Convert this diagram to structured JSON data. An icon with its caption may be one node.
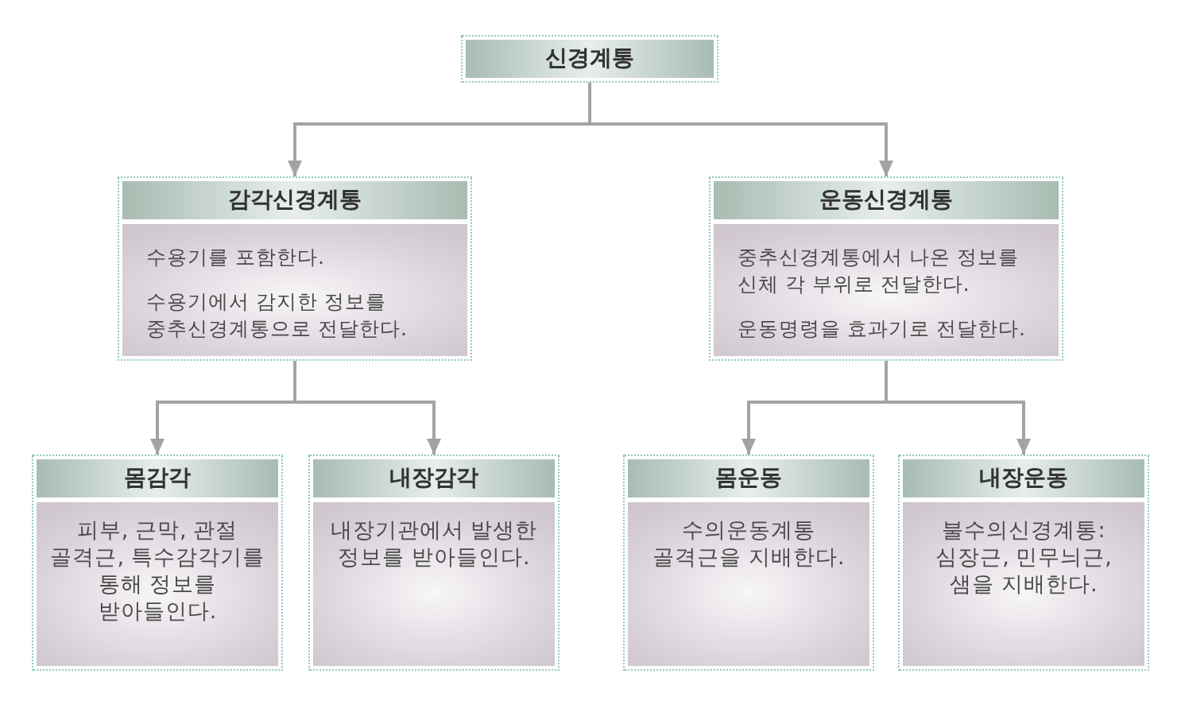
{
  "diagram": {
    "nodes": [
      {
        "text": [
          "신경계통"
        ]
      },
      {
        "text": [
          "감각신경계통",
          "수용기를 포함한다.",
          "수용기에서 감지한 정보를 중추신경계통으로 전달한다."
        ]
      },
      {
        "text": [
          "운동신경계통",
          "중추신경계통에서 나온 정보를 신체 각 부위로 전달한다.",
          "운동명령을 효과기로 전달한다."
        ]
      },
      {
        "text": [
          "몸감각",
          "피부, 근막, 관절 골격근, 특수감각기를 통해 정보를 받아들인다."
        ]
      },
      {
        "text": [
          "내장감각",
          "내장기관에서 발생한 정보를 받아들인다."
        ]
      },
      {
        "text": [
          "몸운동",
          "수의운동계통 골격근을 지배한다."
        ]
      },
      {
        "text": [
          "내장운동",
          "불수의신경계통: 심장근, 민무늬근, 샘을 지배한다."
        ]
      }
    ],
    "edges": [
      {
        "from": 0,
        "to": 1,
        "arrow": "to"
      },
      {
        "from": 0,
        "to": 2,
        "arrow": "to"
      },
      {
        "from": 1,
        "to": 3,
        "arrow": "to"
      },
      {
        "from": 1,
        "to": 4,
        "arrow": "to"
      },
      {
        "from": 2,
        "to": 5,
        "arrow": "to"
      },
      {
        "from": 2,
        "to": 6,
        "arrow": "to"
      }
    ]
  }
}
